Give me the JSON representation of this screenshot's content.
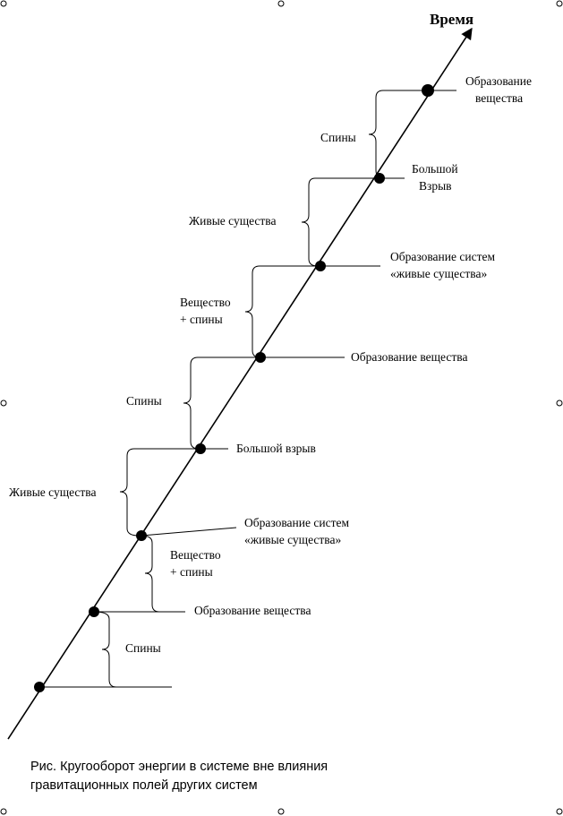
{
  "axis": {
    "label": "Время"
  },
  "event_labels": {
    "formation_top": [
      "Образование",
      "вещества"
    ],
    "big_bang_top": [
      "Большой",
      "Взрыв"
    ],
    "systems_upper": [
      "Образование систем",
      "«живые существа»"
    ],
    "formation_upper": [
      "Образование вещества"
    ],
    "big_bang_lower": [
      "Большой взрыв"
    ],
    "systems_lower": [
      "Образование систем",
      "«живые существа»"
    ],
    "formation_lower": [
      "Образование вещества"
    ]
  },
  "phase_labels": {
    "spins_top": [
      "Спины"
    ],
    "living_upper": [
      "Живые существа"
    ],
    "matter_spins_upper": [
      "Вещество",
      "+ спины"
    ],
    "spins_middle": [
      "Спины"
    ],
    "living_lower": [
      "Живые существа"
    ],
    "matter_spins_lower": [
      "Вещество",
      "+ спины"
    ],
    "spins_bottom": [
      "Спины"
    ]
  },
  "caption": {
    "line1": "Рис. Кругооборот энергии в системе вне влияния",
    "line2": "гравитационных полей других систем"
  }
}
